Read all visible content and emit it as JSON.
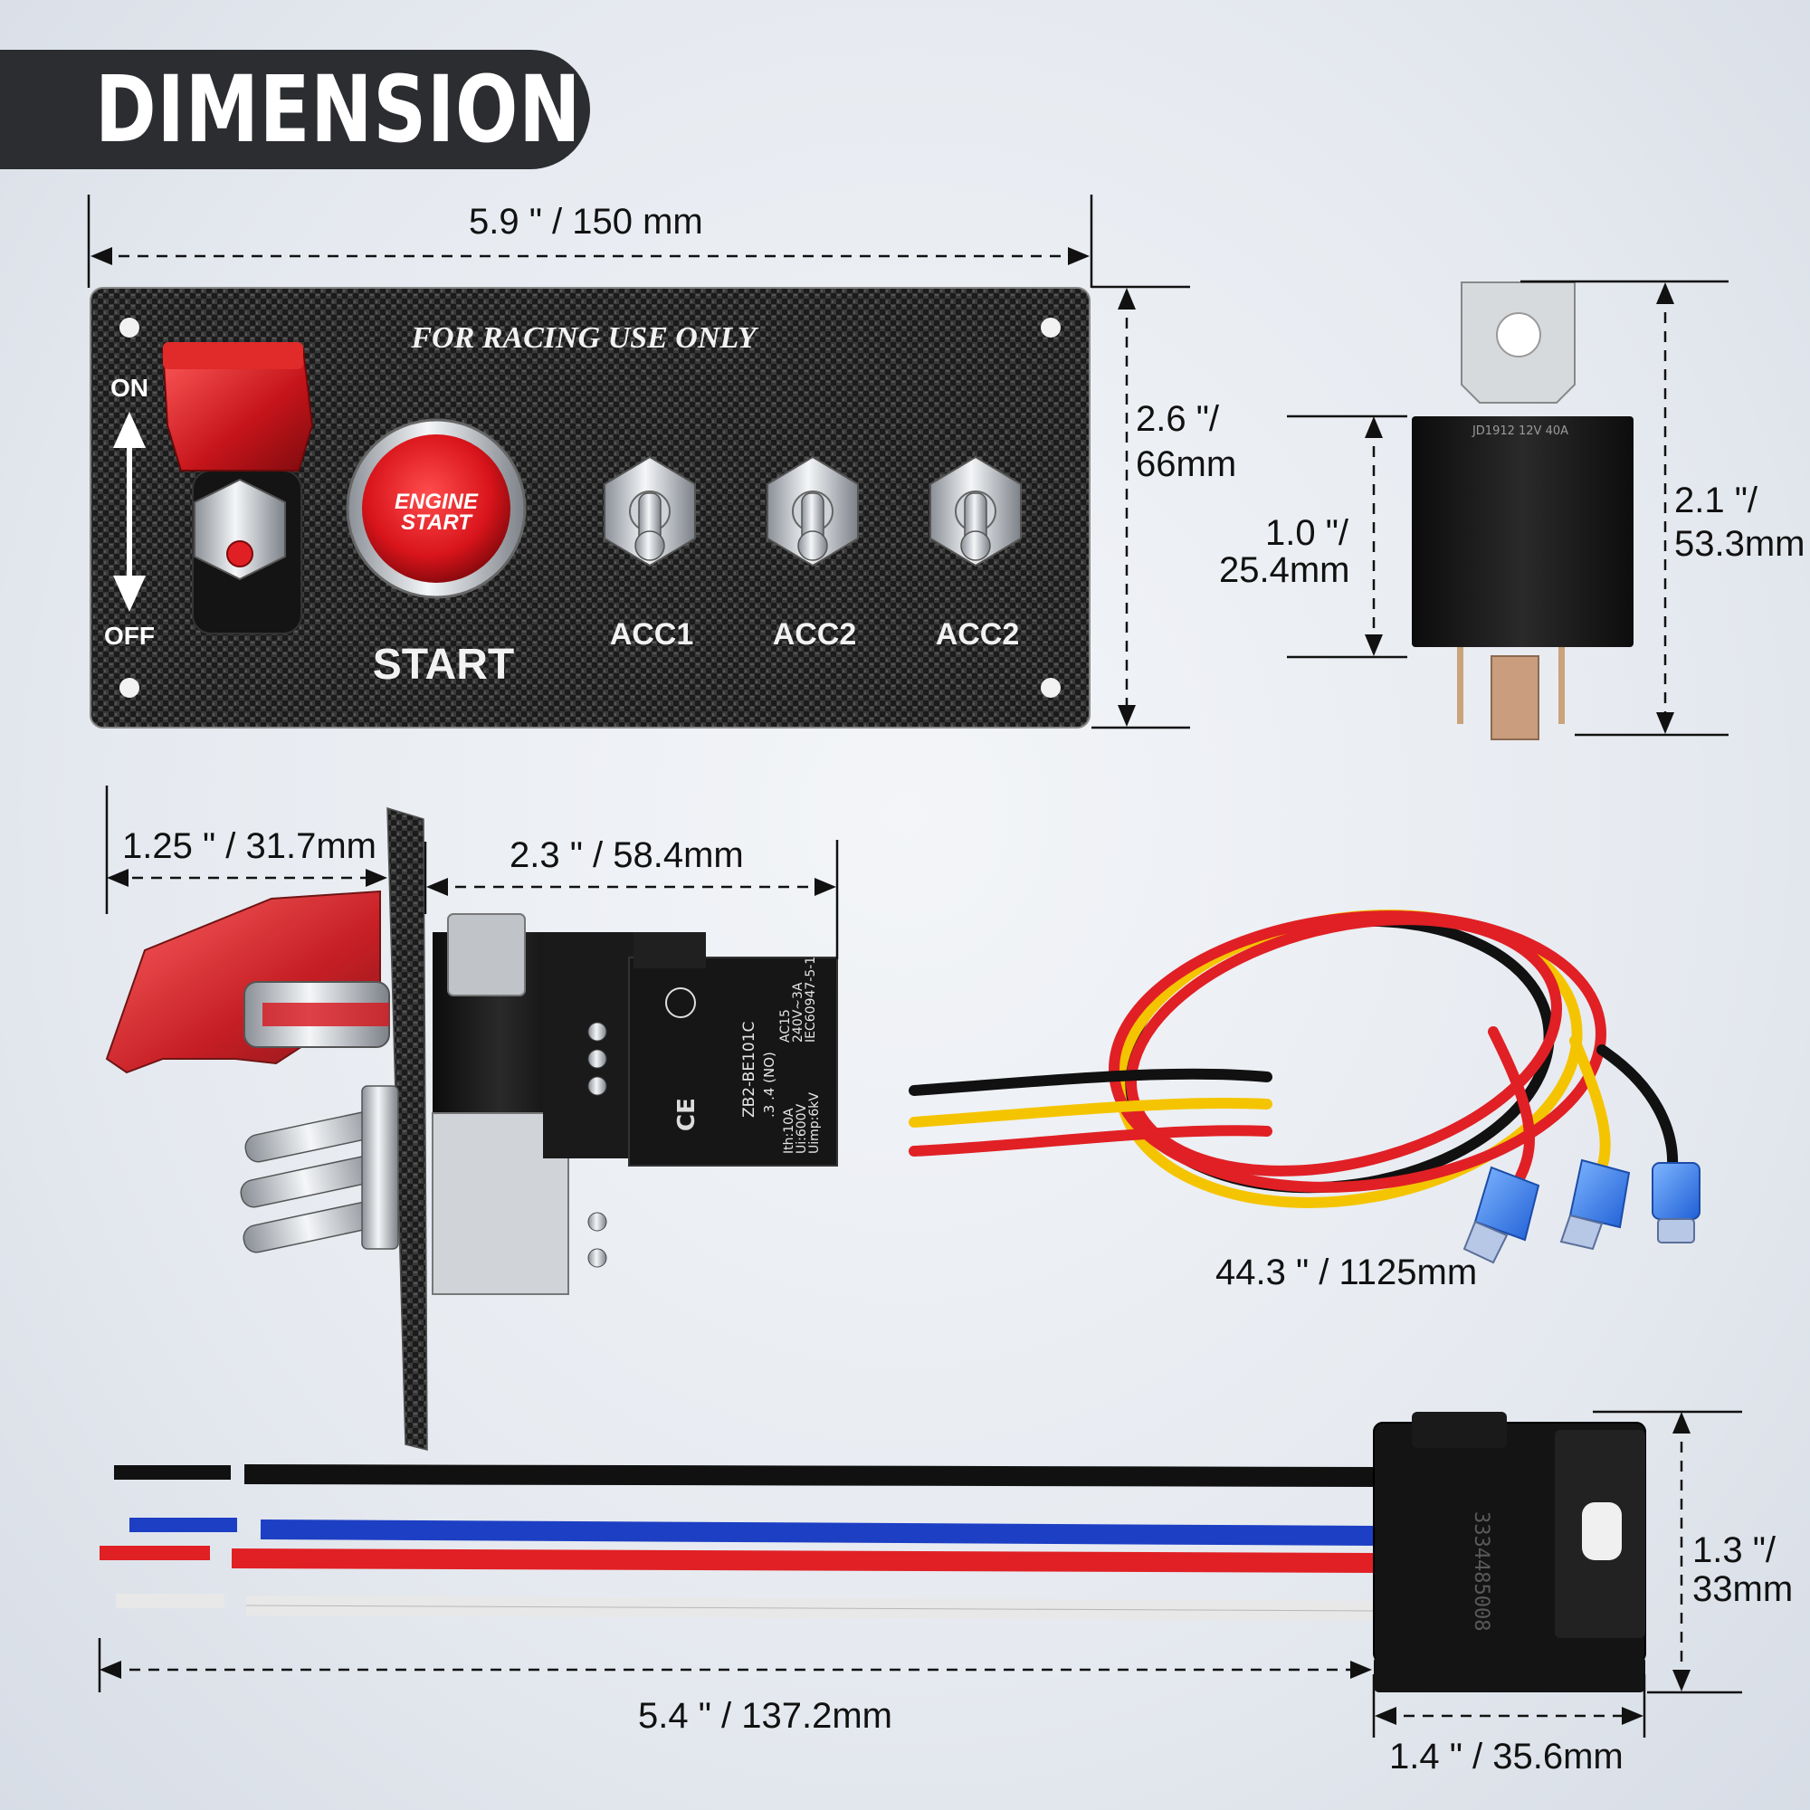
{
  "title": "DIMENSION",
  "panel": {
    "label_top": "FOR RACING USE ONLY",
    "label_on": "ON",
    "label_off": "OFF",
    "engine_button_line1": "ENGINE",
    "engine_button_line2": "START",
    "label_start": "START",
    "label_acc1": "ACC1",
    "label_acc2a": "ACC2",
    "label_acc2b": "ACC2",
    "width": "5.9 \" / 150 mm",
    "height_line1": "2.6 \"/",
    "height_line2": "66mm"
  },
  "relay": {
    "label": "JD1912 12V 40A",
    "height_body_line1": "1.0 \"/",
    "height_body_line2": "25.4mm",
    "height_total_line1": "2.1 \"/",
    "height_total_line2": "53.3mm"
  },
  "side_view": {
    "depth_front": "1.25 \" / 31.7mm",
    "depth_back": "2.3 \" / 58.4mm",
    "module_text": [
      "ZB2-BE101C",
      ".3 .4 (NO)",
      "AC15",
      "240V~3A",
      "IEC60947-5-1",
      "Ith:10A",
      "Ui:600V",
      "Uimp:6kV"
    ]
  },
  "harness": {
    "length": "44.3 \" / 1125mm"
  },
  "socket": {
    "length": "5.4 \" / 137.2mm",
    "width": "1.4 \" / 35.6mm",
    "height_line1": "1.3 \"/",
    "height_line2": "33mm",
    "marking": "3334485008"
  },
  "colors": {
    "accent_red": "#e02025",
    "wire_yellow": "#f5c400",
    "wire_blue": "#1d3fc4",
    "wire_black": "#111111",
    "wire_white": "#e8e8e8",
    "carbon_dark": "#1d1d1d",
    "banner": "#2b2d31"
  },
  "icons": [
    "up-down-arrow-icon",
    "ce-mark-icon"
  ]
}
